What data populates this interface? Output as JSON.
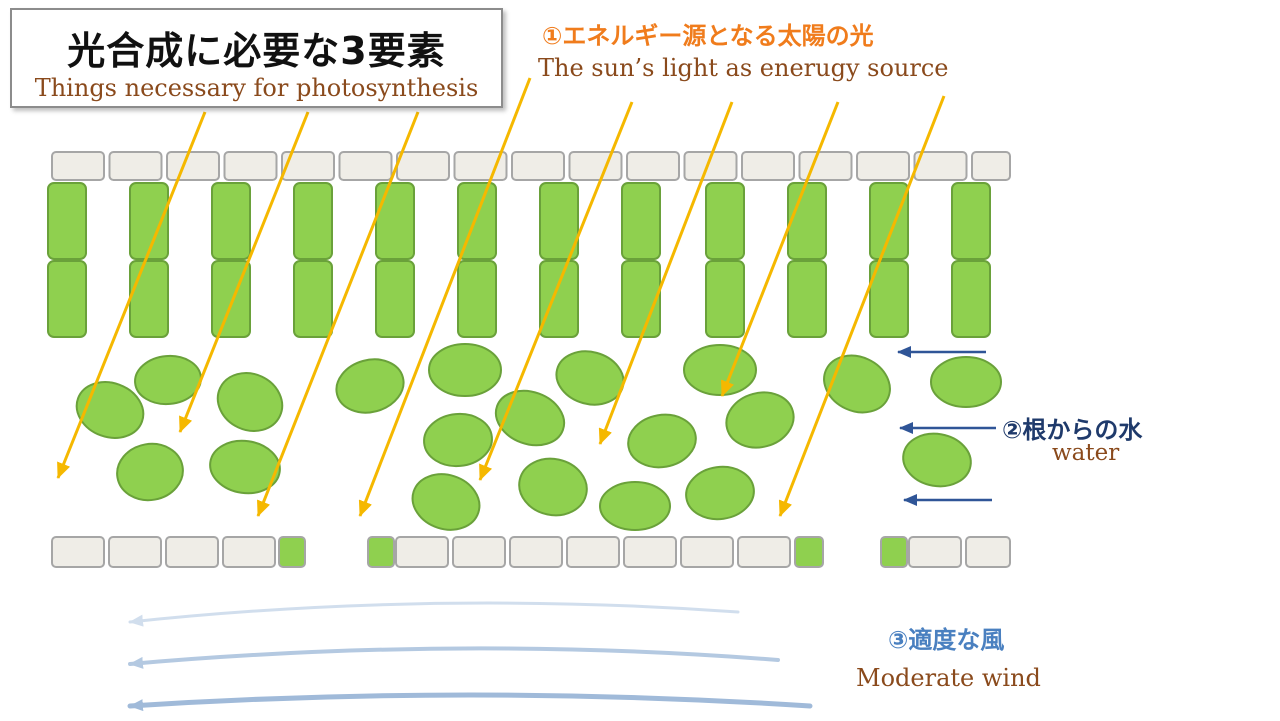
{
  "title": {
    "jp": "光合成に必要な3要素",
    "en": "Things necessary for photosynthesis"
  },
  "sunlight": {
    "jp": "①エネルギー源となる太陽の光",
    "en": "The sun’s light as enerugy source",
    "color": "#f5b800"
  },
  "water": {
    "jp": "②根からの水",
    "en": "water",
    "color": "#2f5597"
  },
  "wind": {
    "jp": "③適度な風",
    "en": "Moderate wind",
    "color": "#9bb7d8"
  },
  "colors": {
    "cell_green": "#8fd04f",
    "cell_border": "#6aa13a",
    "epidermis_fill": "#efede7",
    "epidermis_border": "#a6a6a6",
    "title_en": "#8a4a1c",
    "sunlight_label": "#f07c1c"
  }
}
